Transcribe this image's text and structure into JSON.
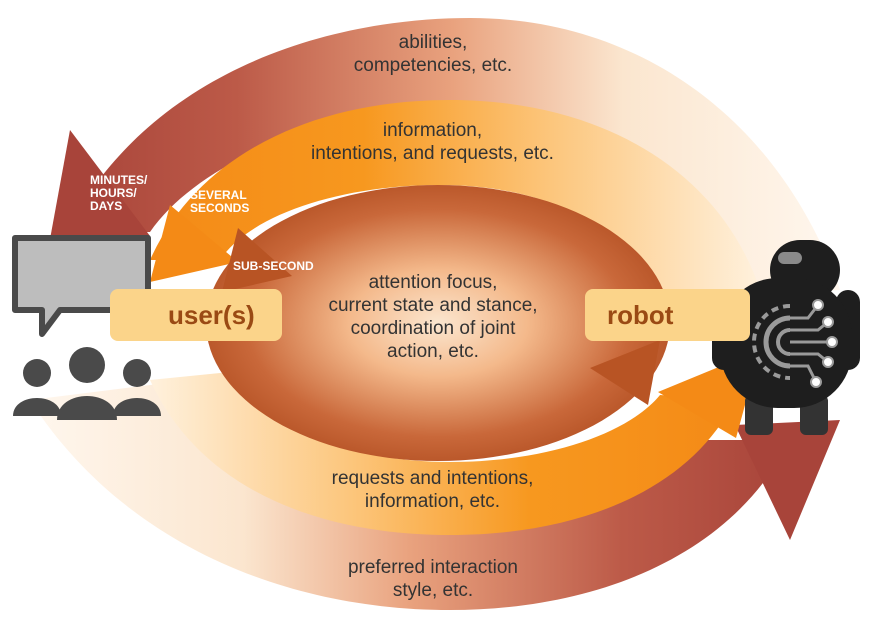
{
  "loops": {
    "outer": {
      "timescale": [
        "MINUTES/",
        "HOURS/",
        "DAYS"
      ],
      "top_text": [
        "abilities,",
        "competencies, etc."
      ],
      "bottom_text": [
        "preferred interaction",
        "style, etc."
      ]
    },
    "middle": {
      "timescale": [
        "SEVERAL",
        "SECONDS"
      ],
      "top_text": [
        "information,",
        "intentions, and requests, etc."
      ],
      "bottom_text": [
        "requests and intentions,",
        "information, etc."
      ]
    },
    "inner": {
      "timescale": [
        "SUB-SECOND"
      ],
      "center_text": [
        "attention focus,",
        "current state and stance,",
        "coordination of joint",
        "action, etc."
      ]
    }
  },
  "actors": {
    "user": {
      "label": "user(s)",
      "icon": "users-speech-bubble-icon"
    },
    "robot": {
      "label": "robot",
      "icon": "robot-brain-circuit-icon"
    }
  },
  "colors": {
    "outer_loop": "#b5493d",
    "middle_loop": "#f7901e",
    "inner_loop": "#b85424",
    "label_box": "#fbd48a",
    "label_text": "#9a4a14",
    "icon_gray": "#4a4a4a",
    "robot_dark": "#1e1e1e"
  }
}
